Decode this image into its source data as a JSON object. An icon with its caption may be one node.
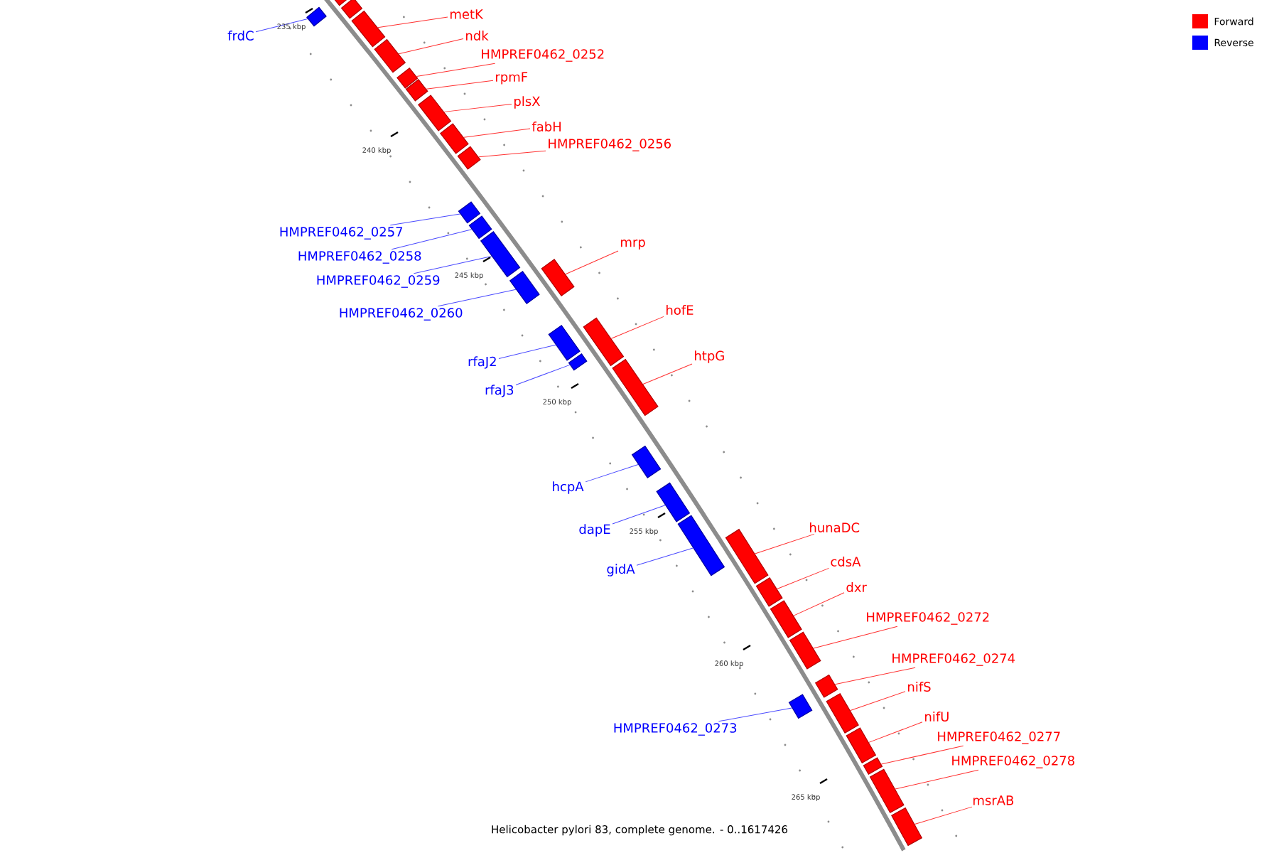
{
  "diagram": {
    "caption": "Helicobacter pylori 83, complete genome. - 0..1617426",
    "nodes": [
      {
        "text": [],
        "shape": "box"
      },
      {
        "text": [],
        "shape": "box"
      },
      {
        "text": [
          "frdC"
        ]
      },
      {
        "text": [],
        "shape": "box"
      },
      {
        "text": [
          "metK"
        ]
      },
      {
        "text": [],
        "shape": "box"
      },
      {
        "text": [
          "ndk"
        ]
      },
      {
        "text": [],
        "shape": "box"
      },
      {
        "text": [
          "HMPREF0462_0252"
        ]
      },
      {
        "text": [],
        "shape": "box"
      },
      {
        "text": [
          "rpmF"
        ]
      },
      {
        "text": [],
        "shape": "box"
      },
      {
        "text": [
          "plsX"
        ]
      },
      {
        "text": [],
        "shape": "box"
      },
      {
        "text": [
          "fabH"
        ]
      },
      {
        "text": [],
        "shape": "box"
      },
      {
        "text": [
          "HMPREF0462_0256"
        ]
      },
      {
        "text": [],
        "shape": "box"
      },
      {
        "text": [
          "HMPREF0462_0257"
        ]
      },
      {
        "text": [],
        "shape": "box"
      },
      {
        "text": [
          "HMPREF0462_0258"
        ]
      },
      {
        "text": [],
        "shape": "box"
      },
      {
        "text": [
          "HMPREF0462_0259"
        ]
      },
      {
        "text": [],
        "shape": "box"
      },
      {
        "text": [
          "HMPREF0462_0260"
        ]
      },
      {
        "text": [],
        "shape": "box"
      },
      {
        "text": [
          "mrp"
        ]
      },
      {
        "text": [],
        "shape": "box"
      },
      {
        "text": [
          "rfaJ2"
        ]
      },
      {
        "text": [],
        "shape": "box"
      },
      {
        "text": [
          "rfaJ3"
        ]
      },
      {
        "text": [],
        "shape": "box"
      },
      {
        "text": [
          "hofE"
        ]
      },
      {
        "text": [],
        "shape": "box"
      },
      {
        "text": [
          "htpG"
        ]
      },
      {
        "text": [],
        "shape": "box"
      },
      {
        "text": [
          "hcpA"
        ]
      },
      {
        "text": [],
        "shape": "box"
      },
      {
        "text": [
          "dapE"
        ]
      },
      {
        "text": [],
        "shape": "box"
      },
      {
        "text": [
          "gidA"
        ]
      },
      {
        "text": [],
        "shape": "box"
      },
      {
        "text": [
          "hunaDC"
        ]
      },
      {
        "text": [],
        "shape": "box"
      },
      {
        "text": [
          "cdsA"
        ]
      },
      {
        "text": [],
        "shape": "box"
      },
      {
        "text": [
          "dxr"
        ]
      },
      {
        "text": [],
        "shape": "box"
      },
      {
        "text": [
          "HMPREF0462_0272"
        ]
      },
      {
        "text": [],
        "shape": "box"
      },
      {
        "text": [
          "HMPREF0462_0274"
        ]
      },
      {
        "text": [],
        "shape": "box"
      },
      {
        "text": [
          "HMPREF0462_0273"
        ]
      },
      {
        "text": [],
        "shape": "box"
      },
      {
        "text": [
          "nifS"
        ]
      },
      {
        "text": [],
        "shape": "box"
      },
      {
        "text": [
          "nifU"
        ]
      },
      {
        "text": [],
        "shape": "box"
      },
      {
        "text": [
          "HMPREF0462_0277"
        ]
      },
      {
        "text": [],
        "shape": "box"
      },
      {
        "text": [
          "HMPREF0462_0278"
        ]
      },
      {
        "text": [],
        "shape": "box"
      },
      {
        "text": [
          "msrAB"
        ]
      },
      {
        "text": [],
        "shape": "box"
      }
    ],
    "edges": [
      {
        "from": 2,
        "to": 3,
        "arrow": "none",
        "color": "#4a4aff"
      },
      {
        "from": 4,
        "to": 5,
        "arrow": "none"
      },
      {
        "from": 6,
        "to": 7,
        "arrow": "none"
      },
      {
        "from": 8,
        "to": 9,
        "arrow": "none"
      },
      {
        "from": 10,
        "to": 11,
        "arrow": "none"
      },
      {
        "from": 12,
        "to": 13,
        "arrow": "none"
      },
      {
        "from": 14,
        "to": 15,
        "arrow": "none"
      },
      {
        "from": 16,
        "to": 17,
        "arrow": "none"
      },
      {
        "from": 18,
        "to": 19,
        "arrow": "none",
        "color": "#4a4aff"
      },
      {
        "from": 20,
        "to": 21,
        "arrow": "none",
        "color": "#4a4aff"
      },
      {
        "from": 22,
        "to": 23,
        "arrow": "none",
        "color": "#4a4aff"
      },
      {
        "from": 24,
        "to": 25,
        "arrow": "none",
        "color": "#4a4aff"
      },
      {
        "from": 26,
        "to": 27,
        "arrow": "none"
      },
      {
        "from": 28,
        "to": 29,
        "arrow": "none",
        "color": "#4a4aff"
      },
      {
        "from": 30,
        "to": 31,
        "arrow": "none",
        "color": "#4a4aff"
      },
      {
        "from": 32,
        "to": 33,
        "arrow": "none"
      },
      {
        "from": 34,
        "to": 35,
        "arrow": "none"
      },
      {
        "from": 36,
        "to": 37,
        "arrow": "none",
        "color": "#4a4aff"
      },
      {
        "from": 38,
        "to": 39,
        "arrow": "none",
        "color": "#4a4aff"
      },
      {
        "from": 40,
        "to": 41,
        "arrow": "none",
        "color": "#4a4aff"
      },
      {
        "from": 42,
        "to": 43,
        "arrow": "none"
      },
      {
        "from": 44,
        "to": 45,
        "arrow": "none"
      },
      {
        "from": 46,
        "to": 47,
        "arrow": "none"
      },
      {
        "from": 48,
        "to": 49,
        "arrow": "none"
      },
      {
        "from": 50,
        "to": 51,
        "arrow": "none"
      },
      {
        "from": 52,
        "to": 53,
        "arrow": "none",
        "color": "#4a4aff"
      },
      {
        "from": 54,
        "to": 55,
        "arrow": "none"
      },
      {
        "from": 56,
        "to": 57,
        "arrow": "none"
      },
      {
        "from": 58,
        "to": 59,
        "arrow": "none"
      },
      {
        "from": 60,
        "to": 61,
        "arrow": "none"
      },
      {
        "from": 62,
        "to": 63,
        "arrow": "none"
      }
    ],
    "labels": [
      "235 kbp",
      "240 kbp",
      "245 kbp",
      "250 kbp",
      "255 kbp",
      "260 kbp",
      "265 kbp"
    ],
    "legend": [
      {
        "text": "Forward",
        "color": "#ff0000"
      },
      {
        "text": "Reverse",
        "color": "#0000ff"
      }
    ]
  }
}
